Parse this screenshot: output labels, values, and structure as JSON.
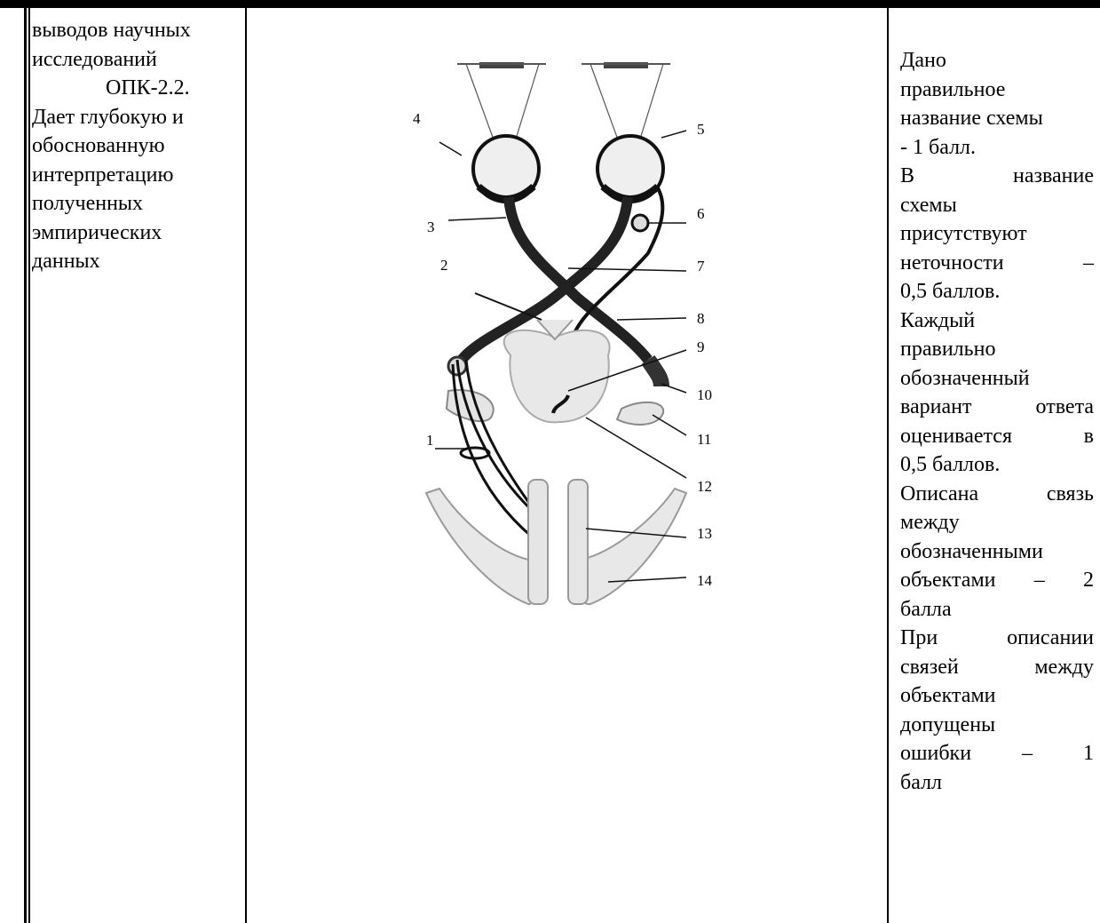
{
  "left_cell": {
    "lines": [
      "выводов научных",
      "исследований",
      "ОПК-2.2.",
      "Дает глубокую и",
      "обоснованную",
      "интерпретацию",
      "полученных",
      "эмпирических",
      "данных"
    ]
  },
  "diagram": {
    "labels": [
      "1",
      "2",
      "3",
      "4",
      "5",
      "6",
      "7",
      "8",
      "9",
      "10",
      "11",
      "12",
      "13",
      "14"
    ]
  },
  "right_cell": {
    "lines": [
      [
        "Дано"
      ],
      [
        "правильное"
      ],
      [
        "название схемы"
      ],
      [
        "- 1 балл."
      ],
      [
        "В",
        "название"
      ],
      [
        "схемы"
      ],
      [
        "присутствуют"
      ],
      [
        "неточности",
        "–"
      ],
      [
        "0,5 баллов."
      ],
      [
        "Каждый"
      ],
      [
        "правильно"
      ],
      [
        "обозначенный"
      ],
      [
        "вариант",
        "ответа"
      ],
      [
        "оценивается",
        "в"
      ],
      [
        "0,5 баллов."
      ],
      [
        "Описана",
        "связь"
      ],
      [
        "между"
      ],
      [
        "обозначенными"
      ],
      [
        "объектами",
        "–",
        "2"
      ],
      [
        "балла"
      ],
      [
        "При",
        "описании"
      ],
      [
        "связей",
        "между"
      ],
      [
        "объектами"
      ],
      [
        "допущены"
      ],
      [
        "ошибки",
        "–",
        "1"
      ],
      [
        "балл"
      ]
    ]
  }
}
